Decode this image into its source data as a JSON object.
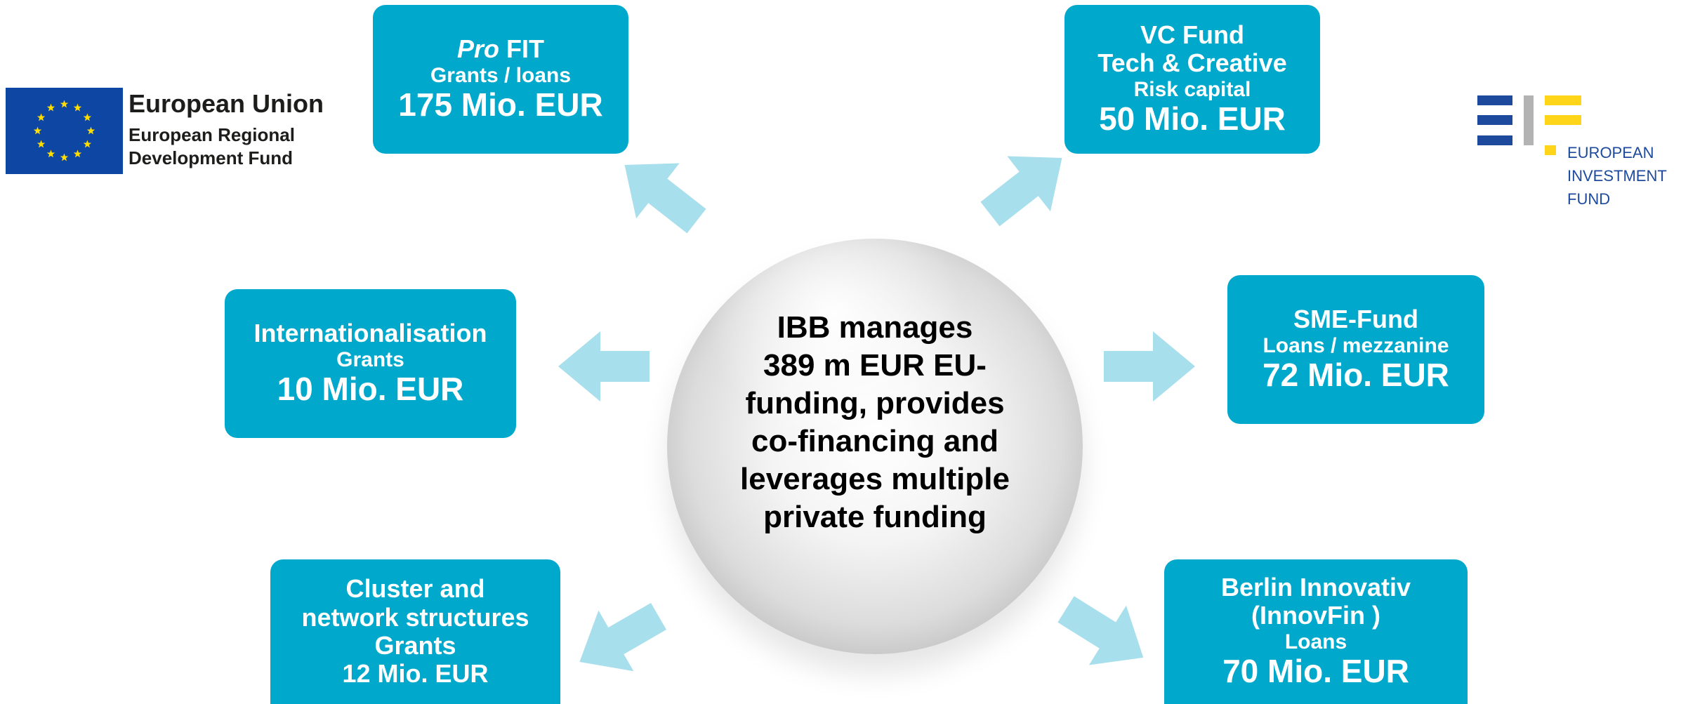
{
  "colors": {
    "box": "#00a9cc",
    "arrow": "#a8dfec",
    "eu_flag": "#0e46a3",
    "eu_star": "#ffdd00",
    "eif_blue": "#1d4a9c",
    "eif_yellow": "#ffd51a",
    "eif_gray": "#b3b3b3"
  },
  "center": {
    "lines": [
      "IBB manages",
      "389 m EUR EU-",
      "funding, provides",
      "co-financing and",
      "leverages multiple",
      "private funding"
    ]
  },
  "profit": {
    "italic": "Pro",
    "name": "FIT",
    "type": "Grants / loans",
    "amount": "175 Mio. EUR"
  },
  "vc_fund": {
    "line1": "VC Fund",
    "line2": "Tech & Creative",
    "type": "Risk capital",
    "amount": "50 Mio. EUR"
  },
  "intl": {
    "line1": "Internationalisation",
    "type": "Grants",
    "amount": "10 Mio. EUR"
  },
  "sme": {
    "line1": "SME-Fund",
    "type": "Loans / mezzanine",
    "amount": "72 Mio. EUR"
  },
  "cluster": {
    "line1": "Cluster and",
    "line2": "network structures",
    "type": "Grants",
    "amount": "12 Mio. EUR"
  },
  "berlin": {
    "line1": "Berlin Innovativ",
    "line2": "(InnovFin )",
    "type": "Loans",
    "amount": "70 Mio. EUR"
  },
  "eu_logo": {
    "title": "European Union",
    "line1": "European Regional",
    "line2": "Development Fund"
  },
  "eif_logo": {
    "line1": "EUROPEAN",
    "line2": "INVESTMENT",
    "line3": "FUND"
  }
}
